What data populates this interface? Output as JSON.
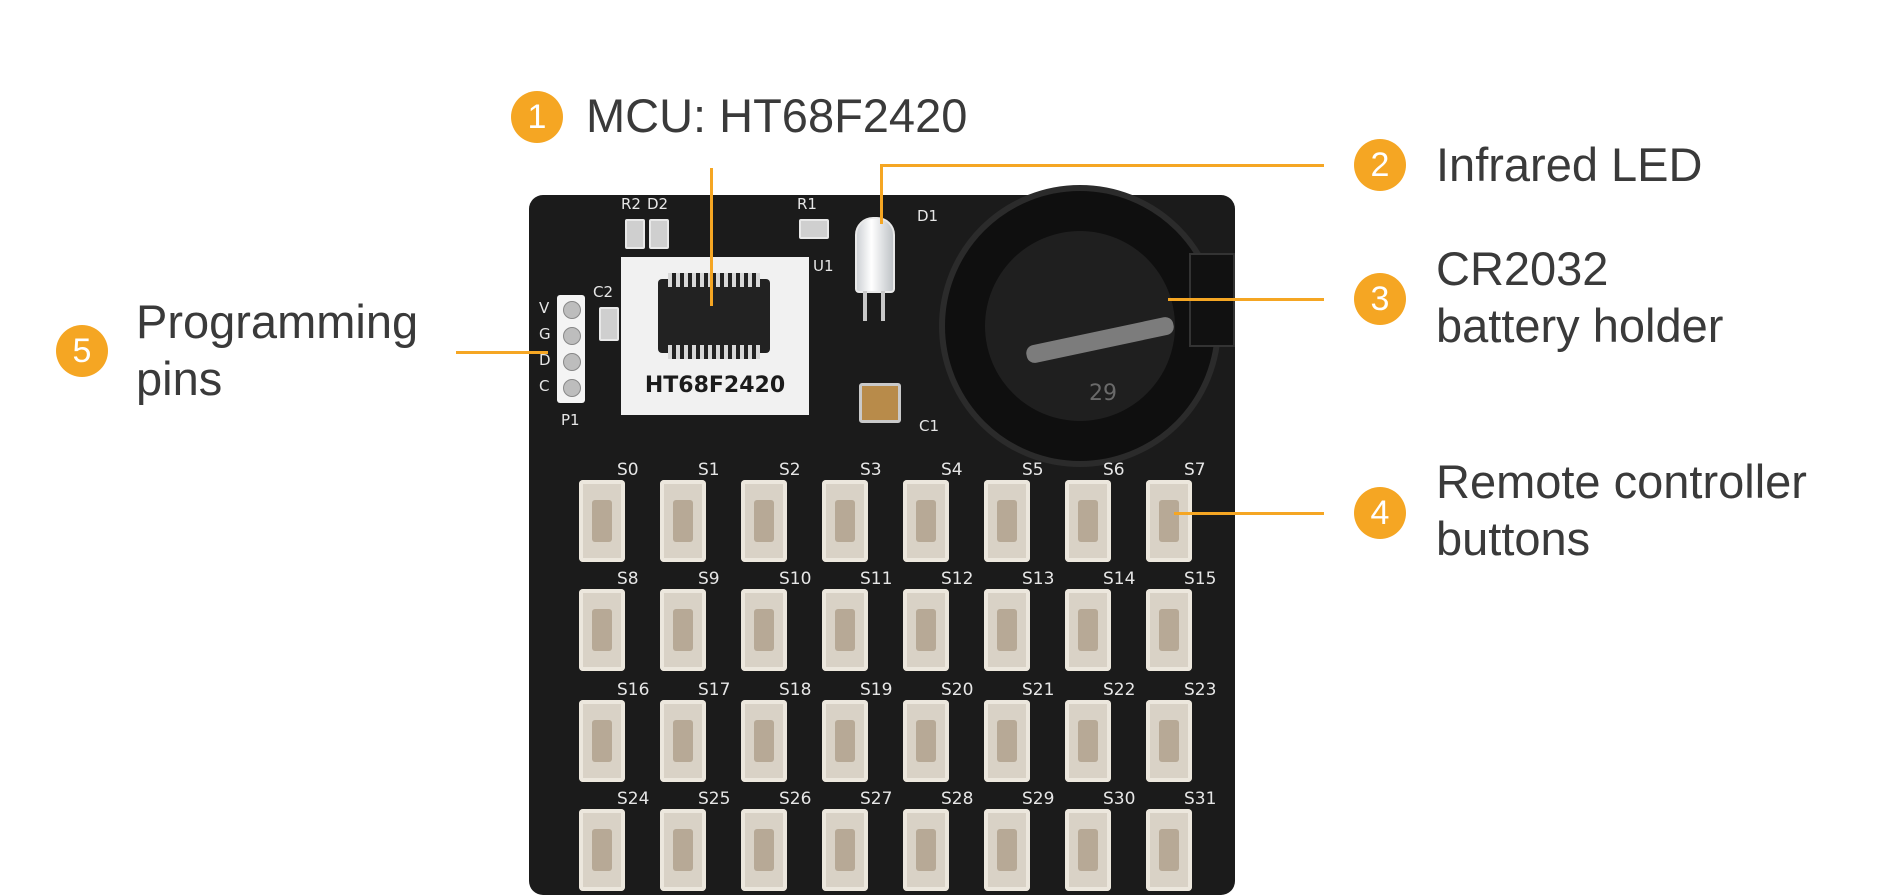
{
  "callouts": [
    {
      "number": "1",
      "lines": [
        "MCU: HT68F2420"
      ]
    },
    {
      "number": "2",
      "lines": [
        "Infrared LED"
      ]
    },
    {
      "number": "3",
      "lines": [
        "CR2032",
        "battery holder"
      ]
    },
    {
      "number": "4",
      "lines": [
        "Remote controller",
        "buttons"
      ]
    },
    {
      "number": "5",
      "lines": [
        "Programming",
        "pins"
      ]
    }
  ],
  "board": {
    "chip_marking": "HT68F2420",
    "silkscreen": {
      "r2": "R2",
      "d2": "D2",
      "r1": "R1",
      "d1": "D1",
      "u1": "U1",
      "c2": "C2",
      "c1": "C1",
      "p1": "P1",
      "battery_mark": "29",
      "pin_labels": [
        "V",
        "G",
        "D",
        "C"
      ]
    },
    "buttons": [
      "S0",
      "S1",
      "S2",
      "S3",
      "S4",
      "S5",
      "S6",
      "S7",
      "S8",
      "S9",
      "S10",
      "S11",
      "S12",
      "S13",
      "S14",
      "S15",
      "S16",
      "S17",
      "S18",
      "S19",
      "S20",
      "S21",
      "S22",
      "S23",
      "S24",
      "S25",
      "S26",
      "S27",
      "S28",
      "S29",
      "S30",
      "S31"
    ]
  },
  "colors": {
    "accent": "#F5A623",
    "pcb": "#1b1b1b",
    "text": "#3a3a3a"
  }
}
